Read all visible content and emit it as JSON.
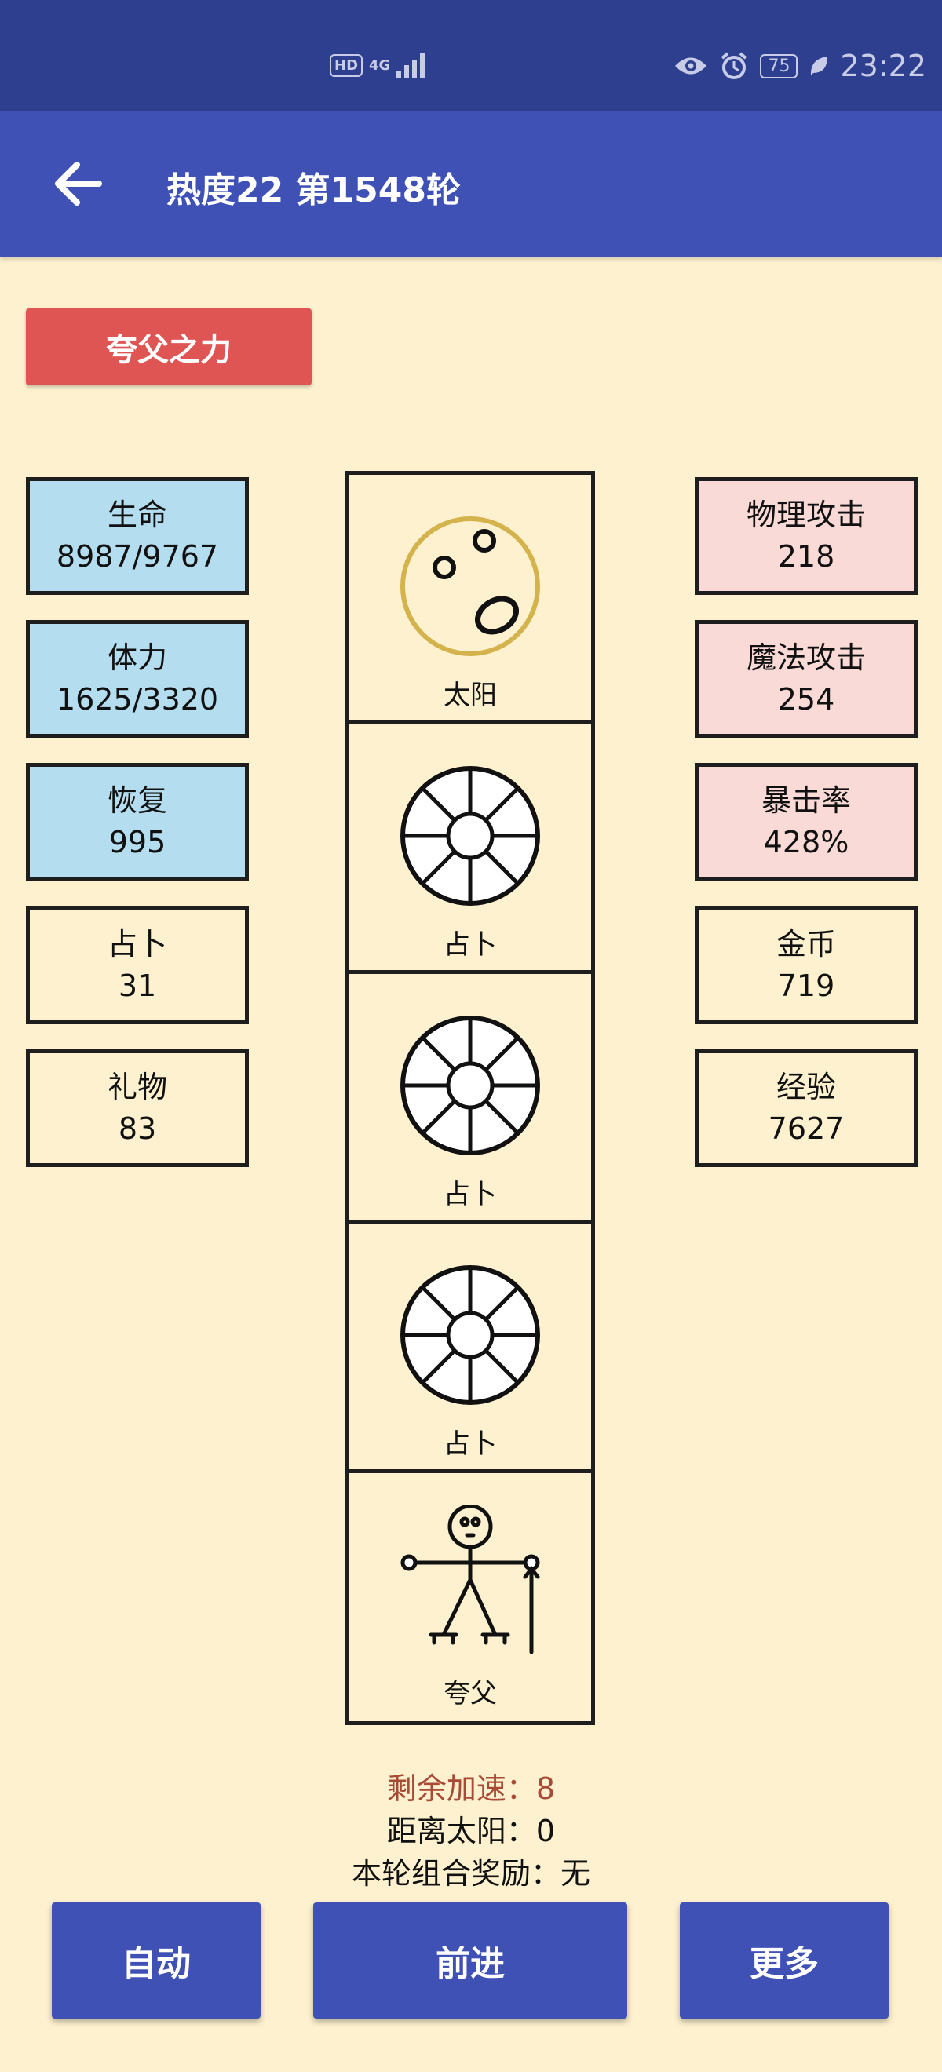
{
  "status_bar": {
    "network_badge": "HD",
    "network_type": "4G",
    "battery": "75",
    "time": "23:22",
    "icons": [
      "hd-icon",
      "signal-icon",
      "eye-icon",
      "alarm-icon",
      "battery-icon",
      "leaf-icon"
    ]
  },
  "app_bar": {
    "title": "热度22 第1548轮",
    "back_icon": "arrow-left-icon"
  },
  "skill_button": "夸父之力",
  "left_stats": [
    {
      "label": "生命",
      "value": "8987/9767",
      "color": "#b4def0"
    },
    {
      "label": "体力",
      "value": "1625/3320",
      "color": "#b4def0"
    },
    {
      "label": "恢复",
      "value": "995",
      "color": "#b4def0"
    },
    {
      "label": "占卜",
      "value": "31",
      "color": "#fdf1cf"
    },
    {
      "label": "礼物",
      "value": "83",
      "color": "#fdf1cf"
    }
  ],
  "right_stats": [
    {
      "label": "物理攻击",
      "value": "218",
      "color": "#f9dad7"
    },
    {
      "label": "魔法攻击",
      "value": "254",
      "color": "#f9dad7"
    },
    {
      "label": "暴击率",
      "value": "428%",
      "color": "#f9dad7"
    },
    {
      "label": "金币",
      "value": "719",
      "color": "#fdf1cf"
    },
    {
      "label": "经验",
      "value": "7627",
      "color": "#fdf1cf"
    }
  ],
  "track": [
    {
      "label": "太阳",
      "icon": "sun-icon"
    },
    {
      "label": "占卜",
      "icon": "divination-wheel-icon"
    },
    {
      "label": "占卜",
      "icon": "divination-wheel-icon"
    },
    {
      "label": "占卜",
      "icon": "divination-wheel-icon"
    },
    {
      "label": "夸父",
      "icon": "kuafu-stick-figure-icon"
    }
  ],
  "info": {
    "speedup": "剩余加速：8",
    "distance": "距离太阳：0",
    "combo": "本轮组合奖励：无"
  },
  "buttons": {
    "auto": "自动",
    "forward": "前进",
    "more": "更多"
  },
  "colors": {
    "background": "#fdf1cf",
    "primary": "#3f51b5",
    "status_bar": "#2f3f8f",
    "skill": "#de5553",
    "speedup_text": "#a84a36",
    "sun_ring": "#d4b24c"
  }
}
